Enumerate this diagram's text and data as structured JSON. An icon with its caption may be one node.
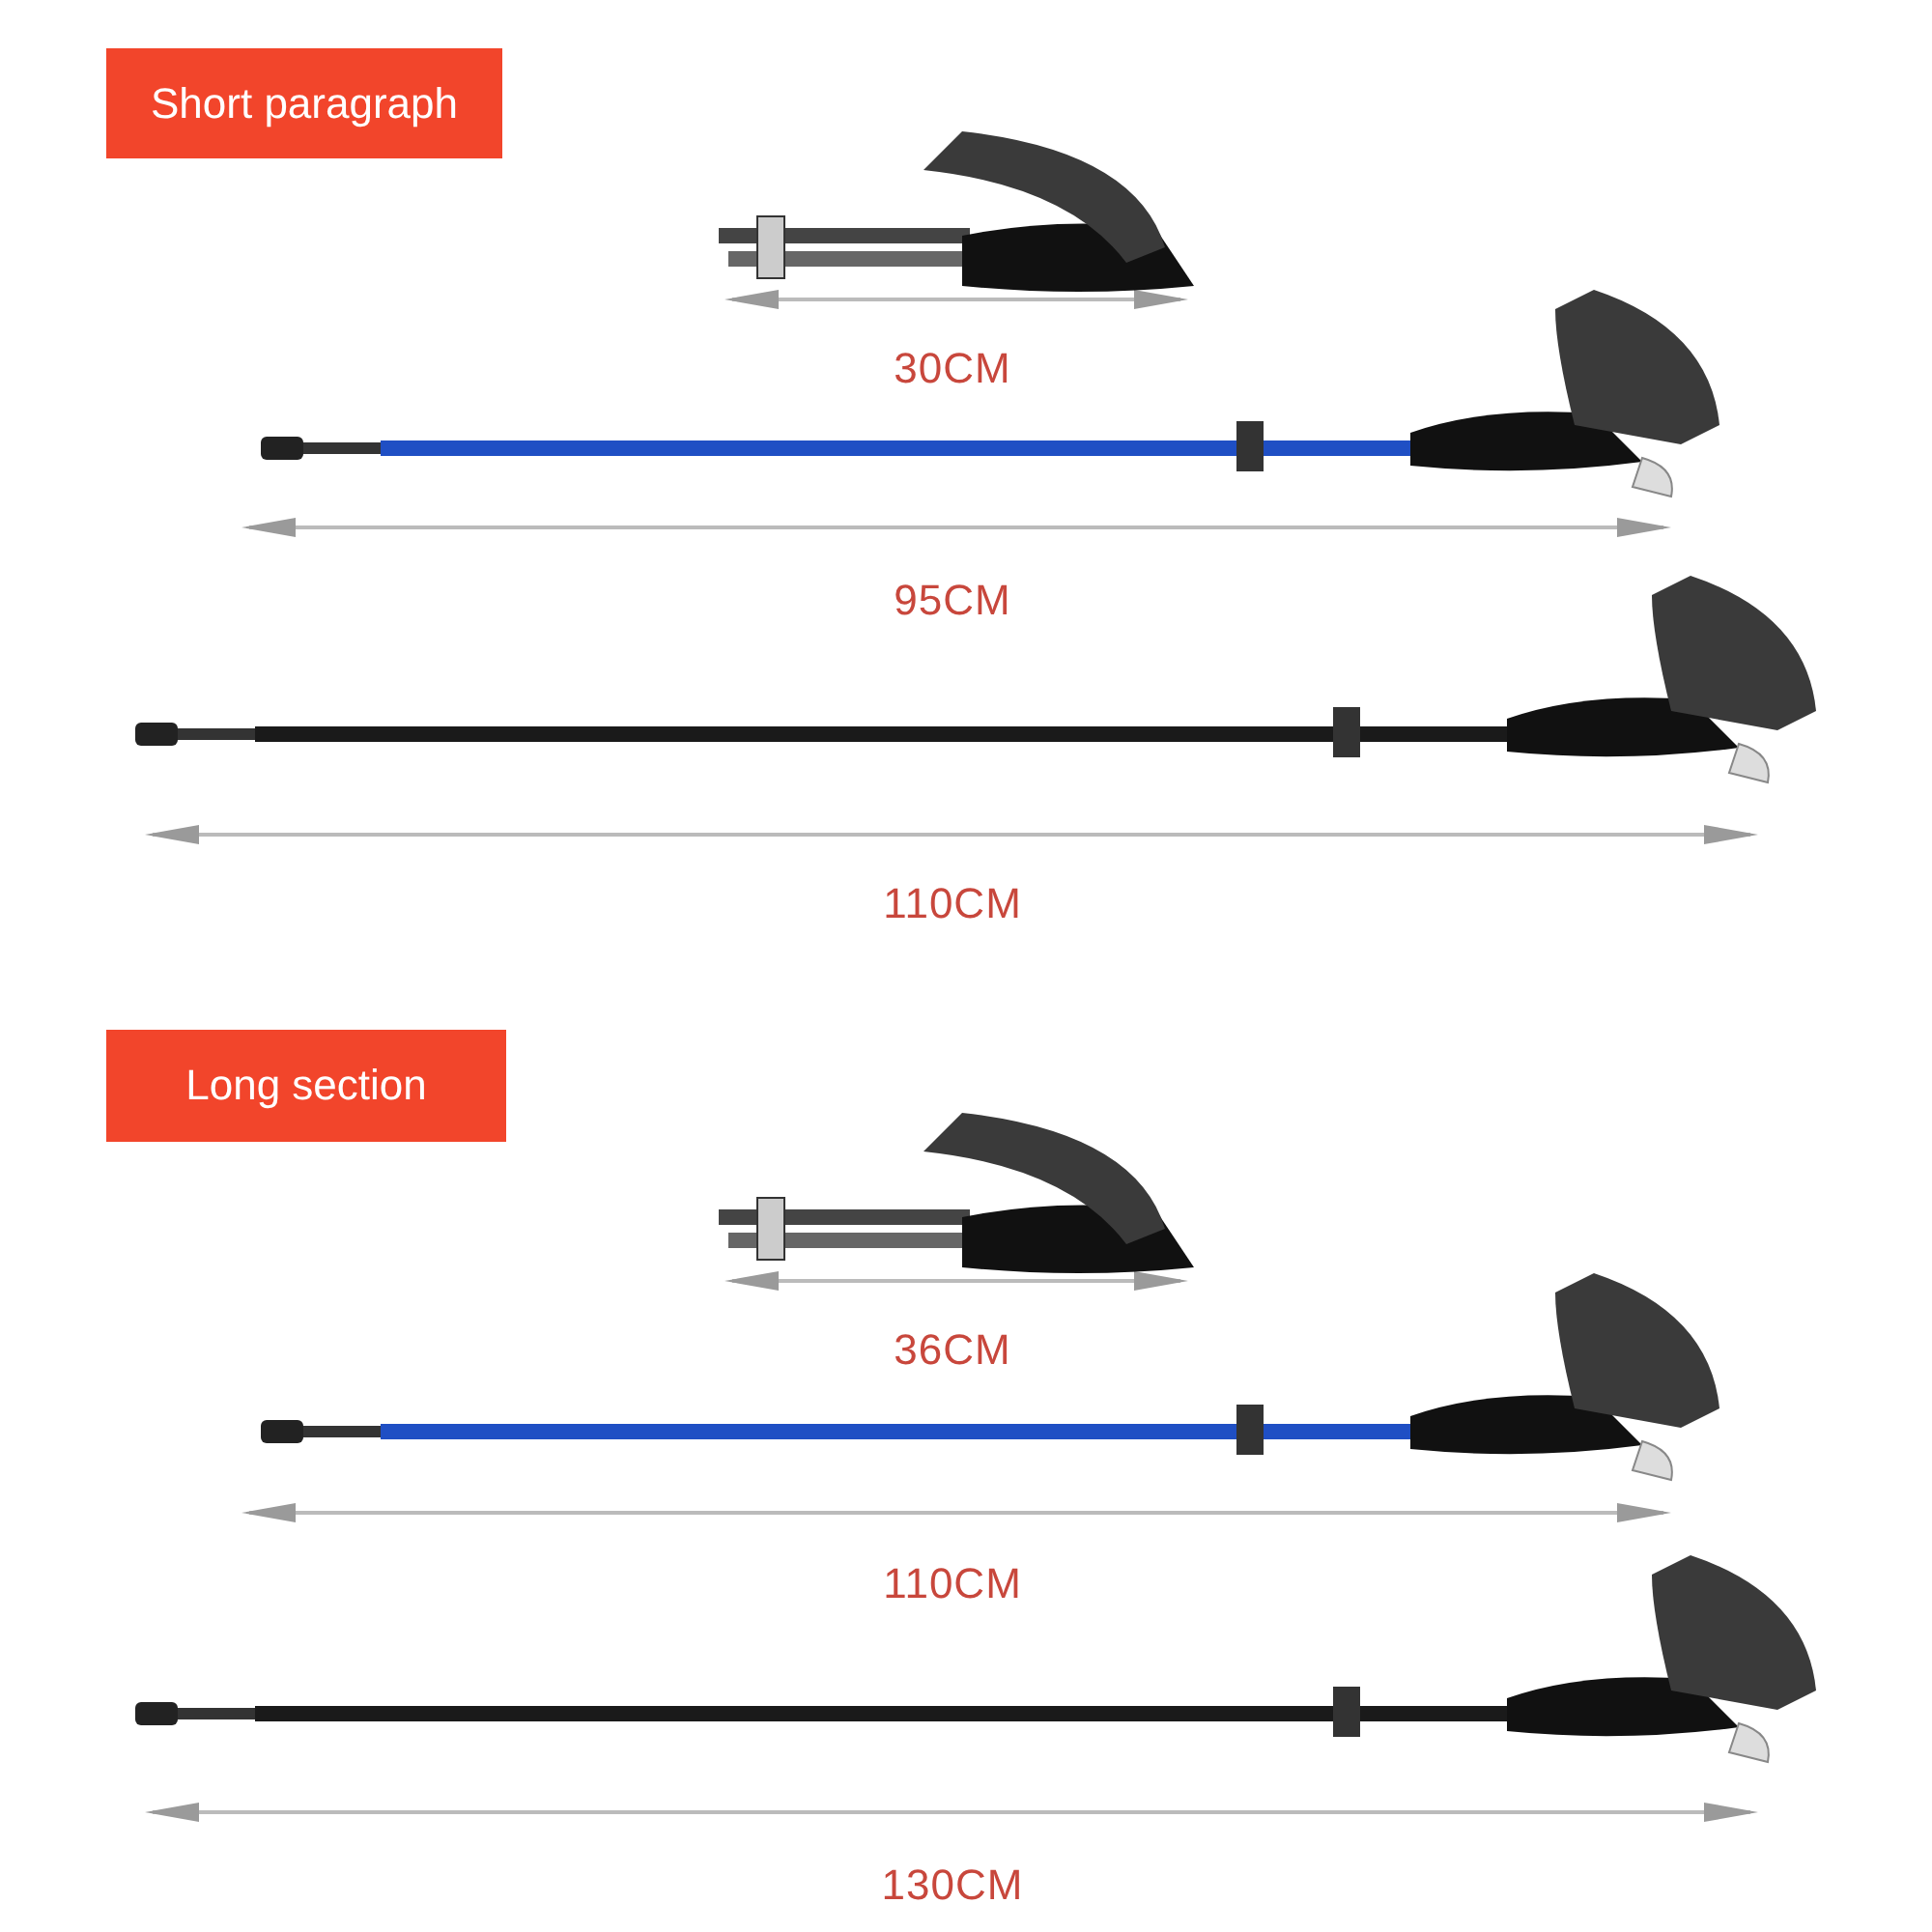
{
  "diagram": {
    "nodes": [
      {
        "text": [
          "Short paragraph"
        ]
      },
      {
        "text": [
          "Long section"
        ]
      }
    ],
    "labels": [
      "30CM",
      "95CM",
      "110CM",
      "36CM",
      "110CM",
      "130CM"
    ]
  }
}
